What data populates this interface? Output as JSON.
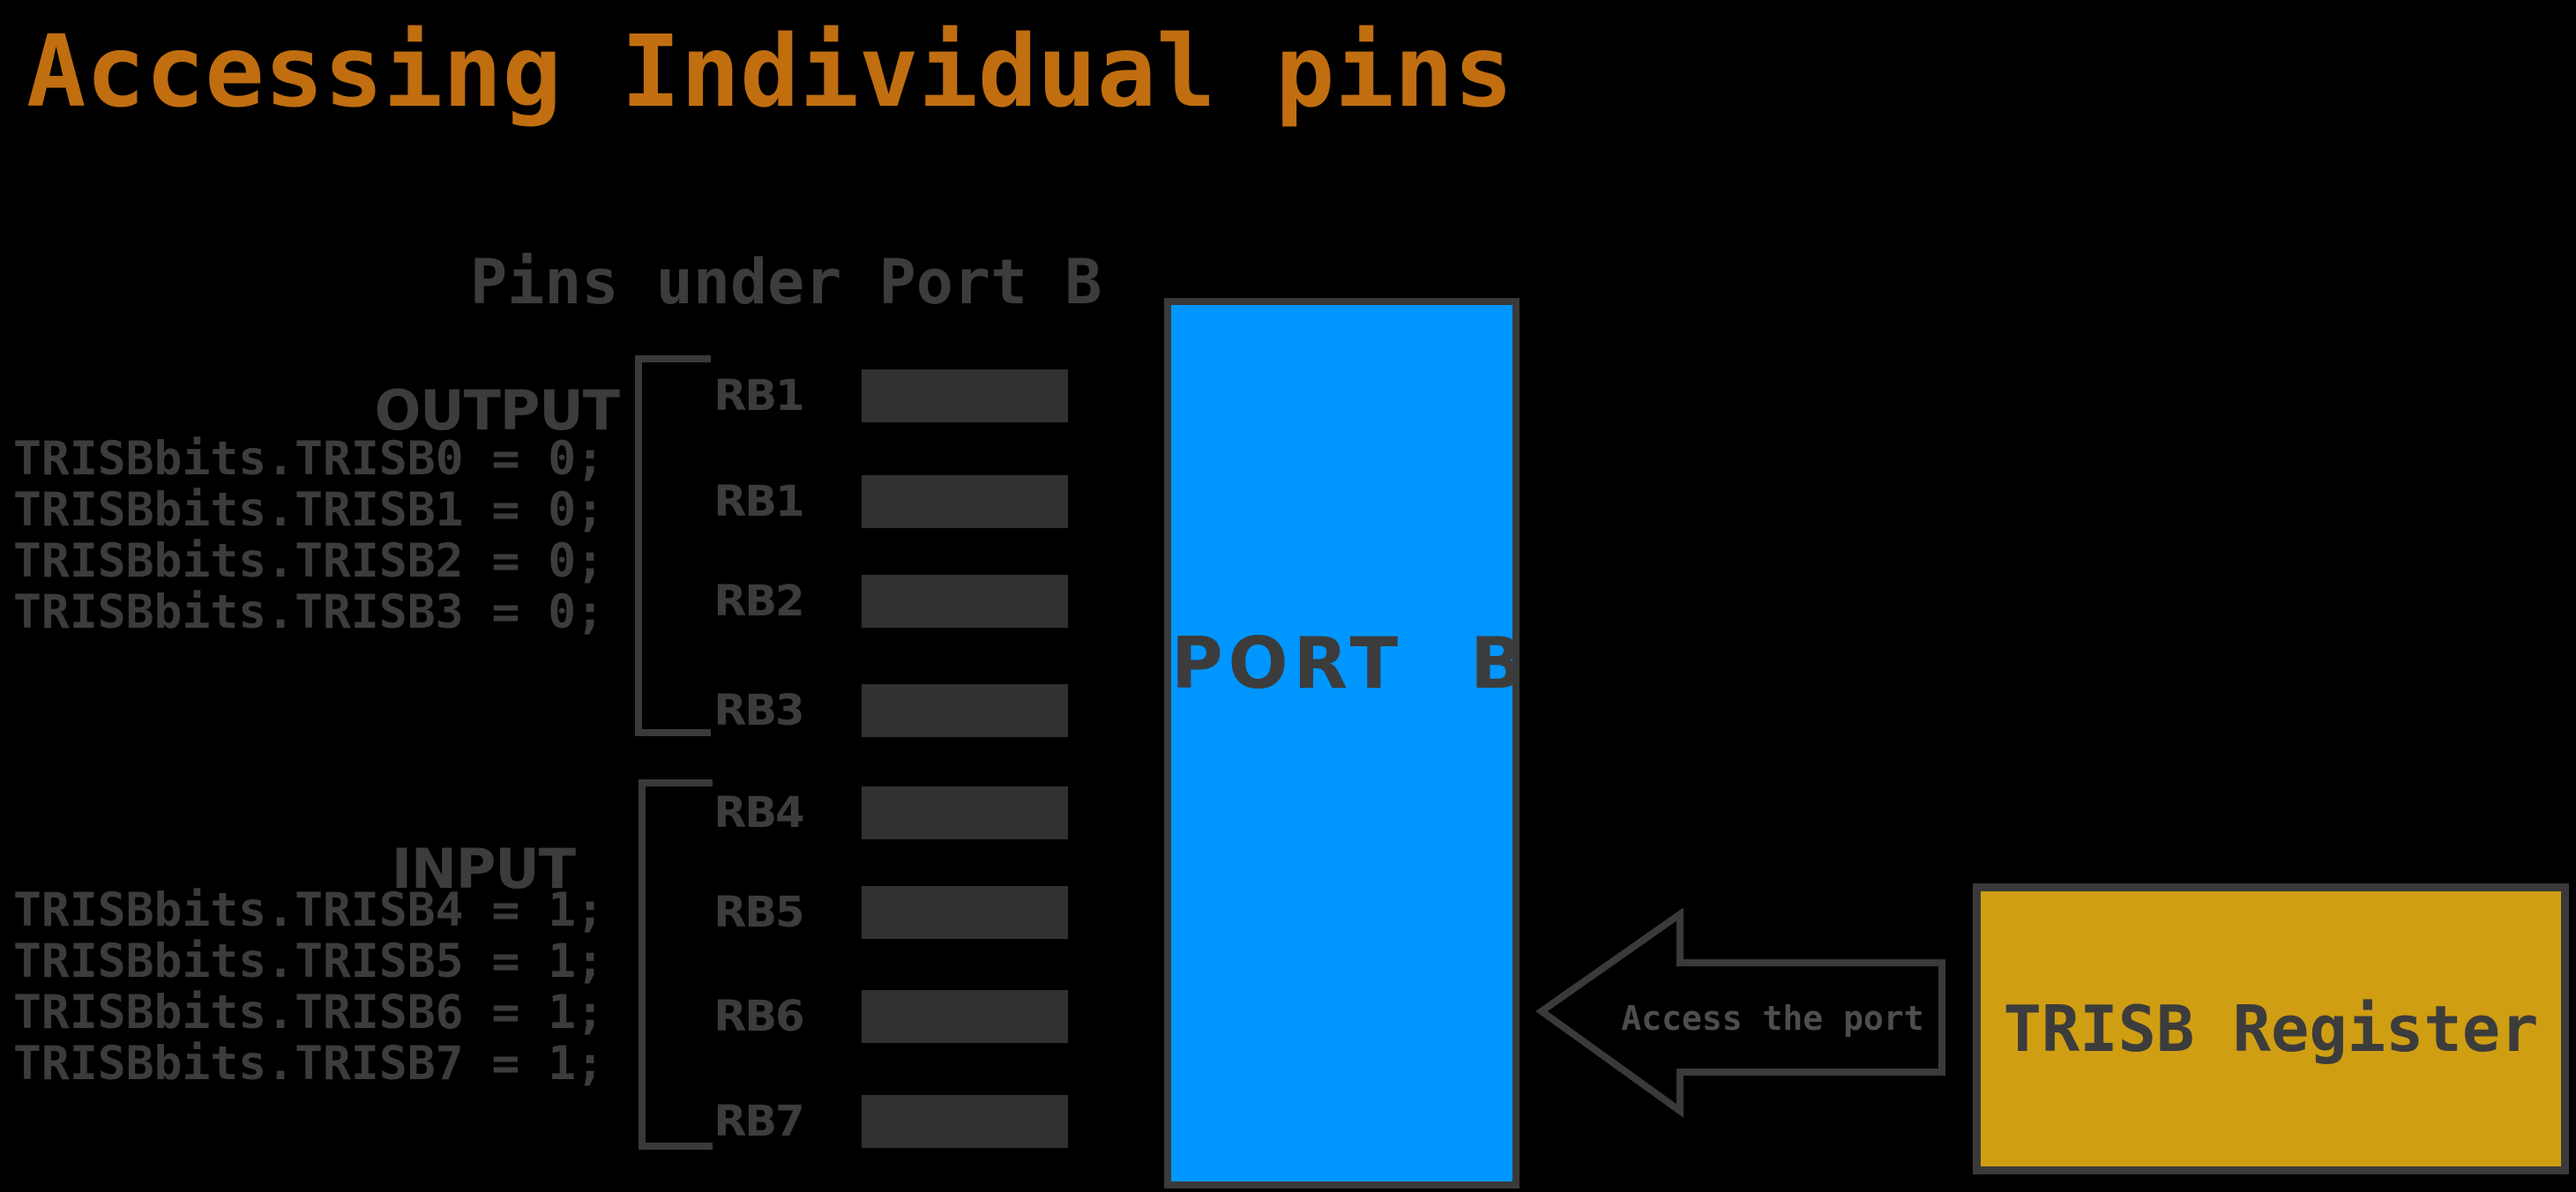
{
  "slide": {
    "title": "Accessing Individual pins",
    "subtitle": "Pins under Port B"
  },
  "output_group": {
    "label": "OUTPUT",
    "code_lines": [
      "TRISBbits.TRISB0 = 0;",
      "TRISBbits.TRISB1 = 0;",
      "TRISBbits.TRISB2 = 0;",
      "TRISBbits.TRISB3 = 0;"
    ],
    "pins": [
      "RB1",
      "RB1",
      "RB2",
      "RB3"
    ]
  },
  "input_group": {
    "label": "INPUT",
    "code_lines": [
      "TRISBbits.TRISB4 = 1;",
      "TRISBbits.TRISB5 = 1;",
      "TRISBbits.TRISB6 = 1;",
      "TRISBbits.TRISB7 = 1;"
    ],
    "pins": [
      "RB4",
      "RB5",
      "RB6",
      "RB7"
    ]
  },
  "port_box": {
    "label": "PORT B"
  },
  "arrow": {
    "label": "Access the port"
  },
  "register_box": {
    "label": "TRISB Register"
  },
  "colors": {
    "background": "#000000",
    "title": "#C06E10",
    "port_blue": "#0096FF",
    "register_gold": "#CF9E12",
    "stroke_gray": "#3A3A3A",
    "text_gray": "#3C3C3C",
    "bar_gray": "#313131",
    "arrow_label_gray": "#4D4D4D"
  }
}
